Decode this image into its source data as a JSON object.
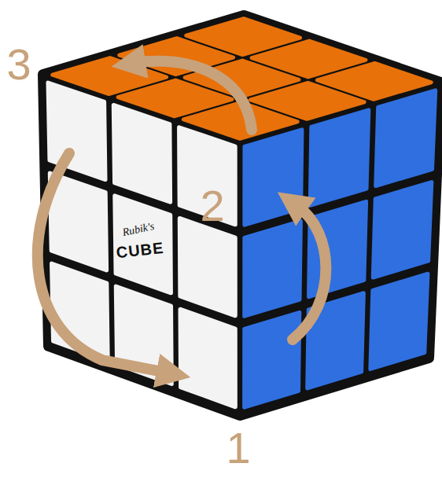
{
  "diagram": {
    "labels": [
      "3",
      "2",
      "Rubik's",
      "CUBE",
      "1"
    ]
  }
}
